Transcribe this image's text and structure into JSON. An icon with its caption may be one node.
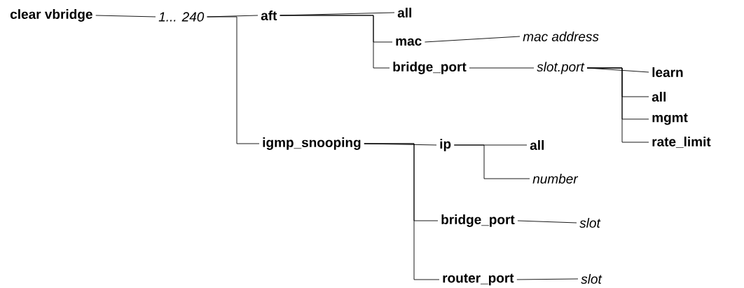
{
  "diagram": {
    "nodes": [
      {
        "text": [
          "clear vbridge"
        ]
      },
      {
        "text": [
          "1... 240"
        ]
      },
      {
        "text": [
          "aft"
        ]
      },
      {
        "text": [
          "all"
        ]
      },
      {
        "text": [
          "mac"
        ]
      },
      {
        "text": [
          "bridge_port"
        ]
      },
      {
        "text": [
          "mac address"
        ]
      },
      {
        "text": [
          "slot.port"
        ]
      },
      {
        "text": [
          "learn"
        ]
      },
      {
        "text": [
          "all"
        ]
      },
      {
        "text": [
          "mgmt"
        ]
      },
      {
        "text": [
          "rate_limit"
        ]
      },
      {
        "text": [
          "igmp_snooping"
        ]
      },
      {
        "text": [
          "ip"
        ]
      },
      {
        "text": [
          "all"
        ]
      },
      {
        "text": [
          "number"
        ]
      },
      {
        "text": [
          "bridge_port"
        ]
      },
      {
        "text": [
          "slot"
        ]
      },
      {
        "text": [
          "router_port"
        ]
      },
      {
        "text": [
          "slot"
        ]
      }
    ],
    "edges": [
      {
        "from": 0,
        "to": 1,
        "arrow": "none"
      },
      {
        "from": 1,
        "to": 2,
        "arrow": "none"
      },
      {
        "from": 1,
        "to": 12,
        "arrow": "none"
      },
      {
        "from": 2,
        "to": 3,
        "arrow": "none"
      },
      {
        "from": 2,
        "to": 4,
        "arrow": "none"
      },
      {
        "from": 2,
        "to": 5,
        "arrow": "none"
      },
      {
        "from": 4,
        "to": 6,
        "arrow": "none"
      },
      {
        "from": 5,
        "to": 7,
        "arrow": "none"
      },
      {
        "from": 7,
        "to": 8,
        "arrow": "none"
      },
      {
        "from": 7,
        "to": 9,
        "arrow": "none"
      },
      {
        "from": 7,
        "to": 10,
        "arrow": "none"
      },
      {
        "from": 7,
        "to": 11,
        "arrow": "none"
      },
      {
        "from": 12,
        "to": 13,
        "arrow": "none"
      },
      {
        "from": 12,
        "to": 16,
        "arrow": "none"
      },
      {
        "from": 12,
        "to": 18,
        "arrow": "none"
      },
      {
        "from": 13,
        "to": 14,
        "arrow": "none"
      },
      {
        "from": 13,
        "to": 15,
        "arrow": "none"
      },
      {
        "from": 16,
        "to": 17,
        "arrow": "none"
      },
      {
        "from": 18,
        "to": 19,
        "arrow": "none"
      }
    ]
  }
}
